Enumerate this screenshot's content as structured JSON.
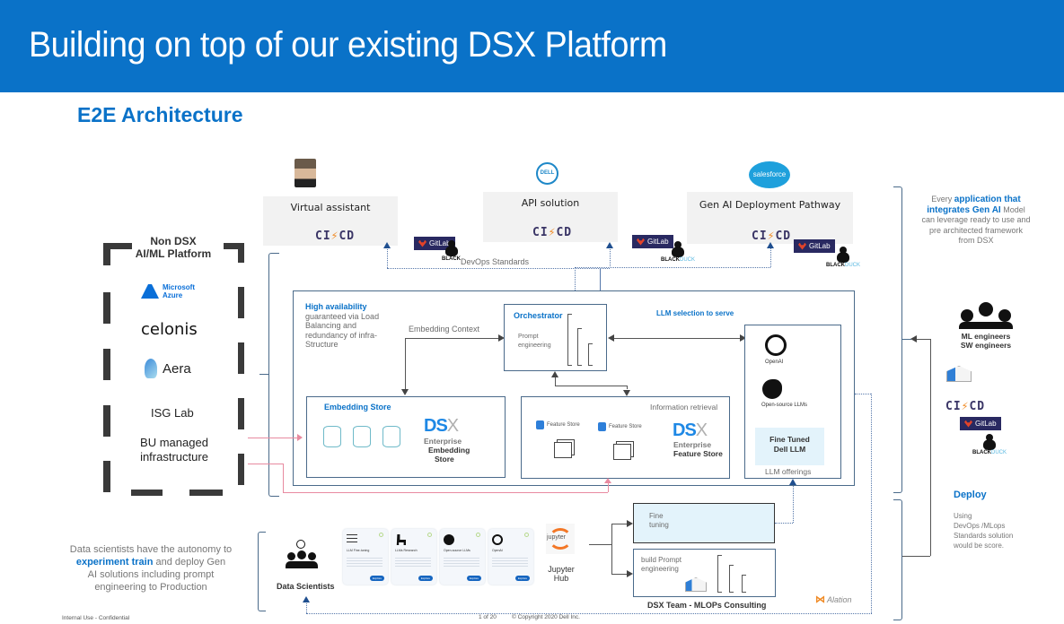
{
  "header": {
    "title": "Building on top of our existing DSX Platform"
  },
  "subtitle": "E2E Architecture",
  "apps": [
    {
      "label": "Virtual assistant",
      "icon": "person-photo-icon",
      "ci": "CI",
      "cd": "CD"
    },
    {
      "label": "API solution",
      "icon": "dell-logo-icon",
      "ci": "CI",
      "cd": "CD"
    },
    {
      "label": "Gen AI  Deployment Pathway",
      "icon": "salesforce-logo-icon",
      "ci": "CI",
      "cd": "CD"
    }
  ],
  "logos": {
    "dell": "DELL",
    "salesforce": "salesforce",
    "gitlab": "GitLab",
    "black": "BLACK",
    "duck": "DUCK"
  },
  "devops_standards": "DevOps Standards",
  "non_dsx": {
    "title_line1": "Non DSX",
    "title_line2": "AI/ML Platform",
    "azure_line1": "Microsoft",
    "azure_line2": "Azure",
    "celonis": "celonis",
    "aera": "Aera",
    "isg": "ISG Lab",
    "bu_line1": "BU managed",
    "bu_line2": "infrastructure"
  },
  "platform": {
    "ha_title": "High availability",
    "ha_text_1": "guaranteed via Load",
    "ha_text_2": "Balancing and",
    "ha_text_3": "redundancy of infra-",
    "ha_text_4": "Structure",
    "embedding_context": "Embedding Context",
    "orchestrator": {
      "title": "Orchestrator",
      "prompt_1": "Prompt",
      "prompt_2": "engineering"
    },
    "llm_selection": "LLM selection to serve",
    "embedding_store": {
      "title": "Embedding Store",
      "dsx_ds": "DS",
      "dsx_x": "X",
      "line1": "Enterprise",
      "line2": "Embedding",
      "line3": "Store"
    },
    "info_retrieval": {
      "title": "Information retrieval",
      "fs1": "Feature Store",
      "fs2": "Feature Store",
      "dsx_ds": "DS",
      "dsx_x": "X",
      "line1": "Enterprise",
      "line2": "Feature Store"
    },
    "llm_offerings": {
      "openai": "OpenAI",
      "opensource": "Open-source LLMs",
      "finetuned_1": "Fine Tuned",
      "finetuned_2": "Dell LLM",
      "footer": "LLM offerings"
    }
  },
  "right_panel": {
    "every": "Every ",
    "app_bold_1": "application that",
    "app_bold_2": "integrates Gen AI",
    "model": " Model",
    "rest_1": "can leverage ready to use and",
    "rest_2": "pre architected framework",
    "rest_3": "from DSX",
    "engineers_1": "ML engineers",
    "engineers_2": "SW engineers",
    "ci": "CI",
    "cd": "CD",
    "gitlab": "GitLab",
    "deploy_title": "Deploy",
    "deploy_1": "Using",
    "deploy_2": "DevOps /MLops",
    "deploy_3": "Standards  solution",
    "deploy_4": "would be score."
  },
  "bottom": {
    "left_1": "Data scientists have the autonomy to",
    "left_bold": "experiment train",
    "left_2": " and deploy Gen",
    "left_3": "AI   solutions including prompt",
    "left_4": "engineering  to Production",
    "data_scientists": "Data Scientists",
    "cards": [
      {
        "title": "LLM Fine-tuning",
        "button": "Explore"
      },
      {
        "title": "LLMs Research",
        "button": "Explore"
      },
      {
        "title": "Open-source LLMs",
        "button": "Explore"
      },
      {
        "title": "OpenAI",
        "button": "Explore"
      }
    ],
    "jupyter_logo": "jupyter",
    "jupyter_1": "Jupyter",
    "jupyter_2": "Hub",
    "fine_1": "Fine",
    "fine_2": "tuning",
    "build_1": "build Prompt",
    "build_2": "engineering",
    "dsx_team": "DSX Team - MLOPs Consulting",
    "alation": "Alation"
  },
  "footer": {
    "confidential": "Internal Use - Confidential",
    "page": "1 of 20",
    "copyright": "© Copyright 2020 Dell Inc."
  }
}
